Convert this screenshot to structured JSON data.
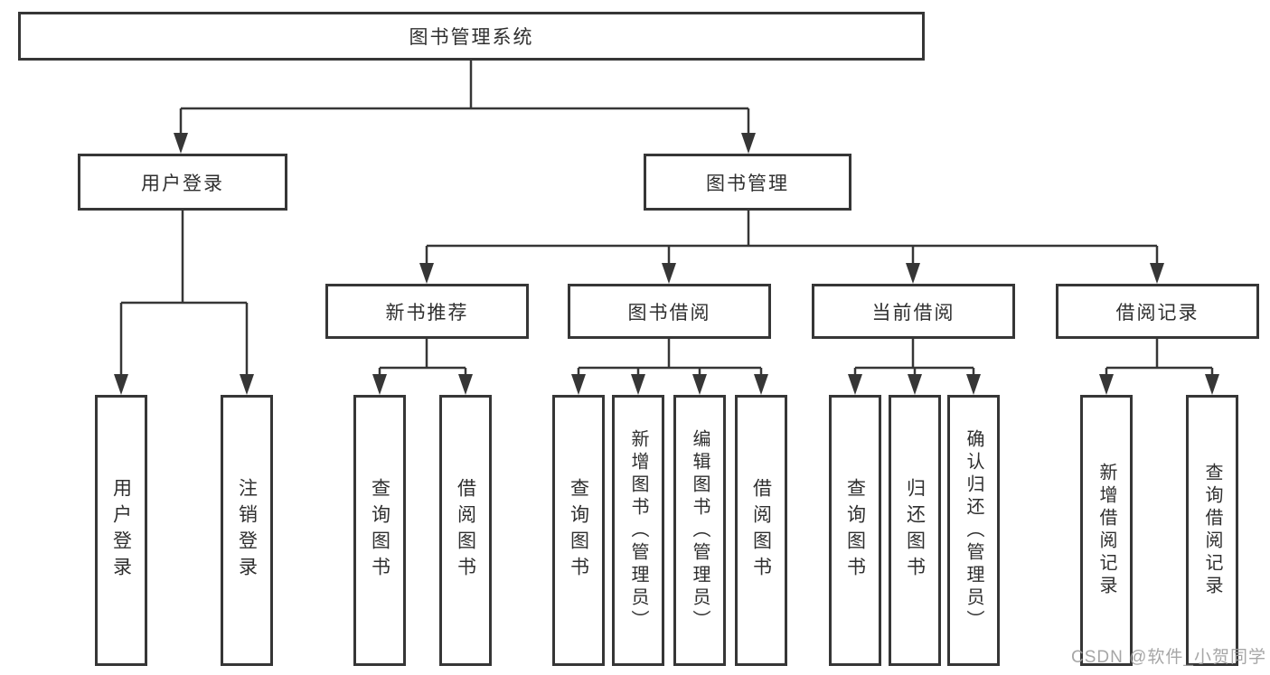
{
  "diagram": {
    "title": "图书管理系统",
    "level2": [
      {
        "label": "用户登录"
      },
      {
        "label": "图书管理"
      }
    ],
    "level3": [
      {
        "label": "新书推荐"
      },
      {
        "label": "图书借阅"
      },
      {
        "label": "当前借阅"
      },
      {
        "label": "借阅记录"
      }
    ],
    "leaves": {
      "user_login": [
        "用户登录",
        "注销登录"
      ],
      "new_books": [
        "查询图书",
        "借阅图书"
      ],
      "book_borrow": [
        "查询图书",
        "新增图书（管理员）",
        "编辑图书（管理员）",
        "借阅图书"
      ],
      "current_borrow": [
        "查询图书",
        "归还图书",
        "确认归还（管理员）"
      ],
      "borrow_records": [
        "新增借阅记录",
        "查询借阅记录"
      ]
    },
    "colors": {
      "line": "#363636",
      "box_border": "#363636",
      "text": "#2f2f2f",
      "watermark": "#9e9e9e"
    },
    "watermark": "CSDN @软件_小贺同学"
  }
}
